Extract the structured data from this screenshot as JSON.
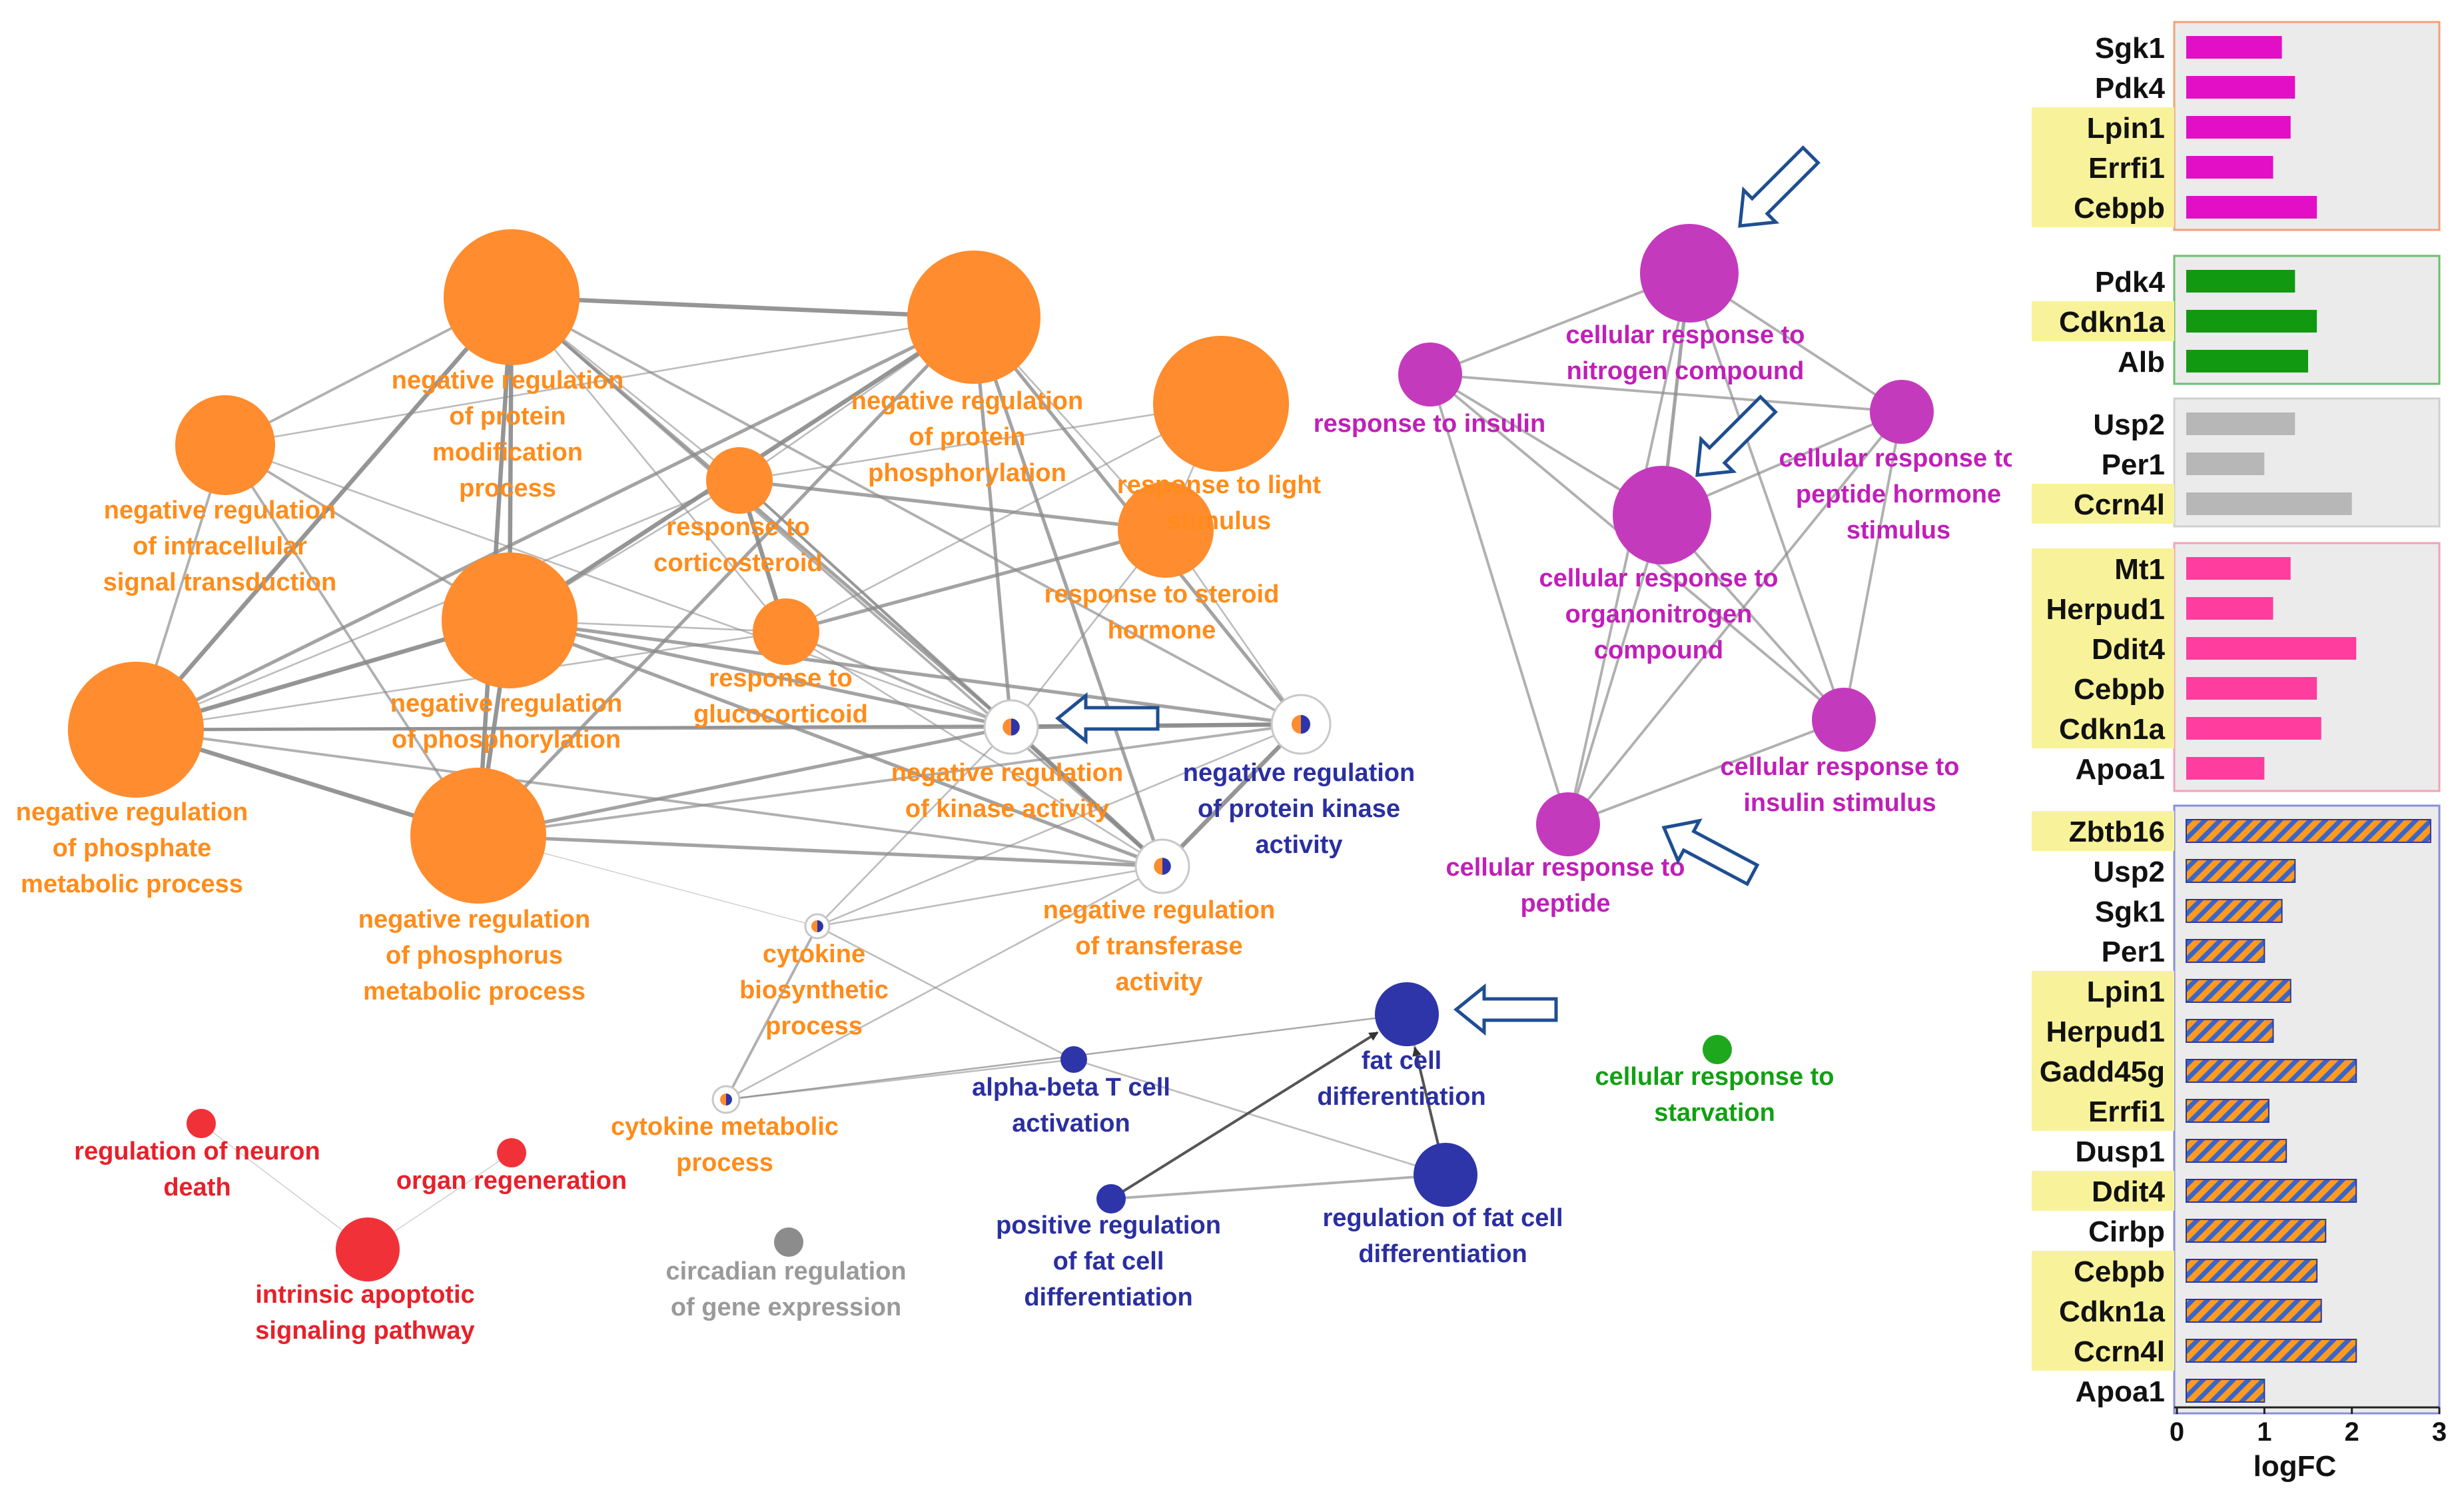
{
  "colors": {
    "orange": "#ff8c2e",
    "orange_label": "#ff8c1a",
    "magenta": "#c33bbc",
    "magenta_label": "#c01fb8",
    "blue": "#2e35a8",
    "blue_label": "#2a2fa0",
    "red": "#f03238",
    "red_label": "#e8202a",
    "gray": "#8c8c8c",
    "gray_label": "#9a9a9a",
    "green": "#1ea81e",
    "green_label": "#12a012",
    "edge": "#8a8a8a",
    "bar_pink": "#e30fc6",
    "bar_green": "#119911",
    "bar_gray": "#b7b7b7",
    "bar_rose": "#ff3d9e",
    "bar_stripe_orange": "#ff9a1f",
    "bar_stripe_blue": "#3a66c8",
    "gene_highlight": "#f8f39a",
    "panel_bg": "#ebebeb",
    "arrow": "#1f4e91"
  },
  "network": {
    "nodes": [
      {
        "id": "n_intracellular",
        "group": "orange",
        "lines": [
          "negative regulation",
          "of intracellular",
          "signal transduction"
        ]
      },
      {
        "id": "n_protein_mod",
        "group": "orange",
        "lines": [
          "negative regulation",
          "of protein",
          "modification",
          "process"
        ]
      },
      {
        "id": "n_protein_phos",
        "group": "orange",
        "lines": [
          "negative regulation",
          "of protein",
          "phosphorylation"
        ]
      },
      {
        "id": "n_light",
        "group": "orange",
        "lines": [
          "response to light",
          "stimulus"
        ]
      },
      {
        "id": "n_corticosteroid",
        "group": "orange",
        "lines": [
          "response to",
          "corticosteroid"
        ]
      },
      {
        "id": "n_steroid",
        "group": "orange",
        "lines": [
          "response to steroid",
          "hormone"
        ]
      },
      {
        "id": "n_phosphorylation",
        "group": "orange",
        "lines": [
          "negative regulation",
          "of phosphorylation"
        ]
      },
      {
        "id": "n_glucocorticoid",
        "group": "orange",
        "lines": [
          "response to",
          "glucocorticoid"
        ]
      },
      {
        "id": "n_phosphate",
        "group": "orange",
        "lines": [
          "negative regulation",
          "of phosphate",
          "metabolic process"
        ]
      },
      {
        "id": "n_phosphorus",
        "group": "orange",
        "lines": [
          "negative regulation",
          "of phosphorus",
          "metabolic process"
        ]
      },
      {
        "id": "n_kinase",
        "group": "mixed",
        "lines": [
          "negative regulation",
          "of kinase activity"
        ]
      },
      {
        "id": "n_protein_kinase",
        "group": "mixed",
        "lines": [
          "negative regulation",
          "of protein kinase",
          "activity"
        ]
      },
      {
        "id": "n_transferase",
        "group": "mixed",
        "lines": [
          "negative regulation",
          "of transferase",
          "activity"
        ]
      },
      {
        "id": "n_cytokine_bio",
        "group": "mixed",
        "lines": [
          "cytokine",
          "biosynthetic",
          "process"
        ]
      },
      {
        "id": "n_cytokine_met",
        "group": "mixed",
        "lines": [
          "cytokine metabolic",
          "process"
        ]
      },
      {
        "id": "n_ab_tcell",
        "group": "blue",
        "lines": [
          "alpha-beta T cell",
          "activation"
        ]
      },
      {
        "id": "n_fat_diff",
        "group": "blue",
        "lines": [
          "fat cell",
          "differentiation"
        ]
      },
      {
        "id": "n_pos_fat",
        "group": "blue",
        "lines": [
          "positive regulation",
          "of fat cell",
          "differentiation"
        ]
      },
      {
        "id": "n_reg_fat",
        "group": "blue",
        "lines": [
          "regulation of fat cell",
          "differentiation"
        ]
      },
      {
        "id": "n_nitrogen",
        "group": "magenta",
        "lines": [
          "cellular response to",
          "nitrogen compound"
        ]
      },
      {
        "id": "n_insulin",
        "group": "magenta",
        "lines": [
          "response to insulin"
        ]
      },
      {
        "id": "n_peptide_hormone",
        "group": "magenta",
        "lines": [
          "cellular response to",
          "peptide hormone",
          "stimulus"
        ]
      },
      {
        "id": "n_organonitrogen",
        "group": "magenta",
        "lines": [
          "cellular response to",
          "organonitrogen",
          "compound"
        ]
      },
      {
        "id": "n_insulin_stim",
        "group": "magenta",
        "lines": [
          "cellular response to",
          "insulin stimulus"
        ]
      },
      {
        "id": "n_peptide",
        "group": "magenta",
        "lines": [
          "cellular response to",
          "peptide"
        ]
      },
      {
        "id": "n_neuron",
        "group": "red",
        "lines": [
          "regulation of neuron",
          "death"
        ]
      },
      {
        "id": "n_organ",
        "group": "red",
        "lines": [
          "organ regeneration"
        ]
      },
      {
        "id": "n_apoptotic",
        "group": "red",
        "lines": [
          "intrinsic apoptotic",
          "signaling pathway"
        ]
      },
      {
        "id": "n_circadian",
        "group": "gray",
        "lines": [
          "circadian regulation",
          "of gene expression"
        ]
      },
      {
        "id": "n_starvation",
        "group": "green",
        "lines": [
          "cellular response to",
          "starvation"
        ]
      }
    ]
  },
  "chart_data": {
    "type": "bar",
    "orientation": "horizontal",
    "xlabel": "logFC",
    "xlim": [
      0,
      3
    ],
    "xticks": [
      "0",
      "1",
      "2",
      "3"
    ],
    "panels": [
      {
        "id": "pink",
        "color_key": "bar_pink",
        "genes": [
          {
            "name": "Sgk1",
            "value": 1.2,
            "highlight": false
          },
          {
            "name": "Pdk4",
            "value": 1.35,
            "highlight": false
          },
          {
            "name": "Lpin1",
            "value": 1.3,
            "highlight": true
          },
          {
            "name": "Errfi1",
            "value": 1.1,
            "highlight": true
          },
          {
            "name": "Cebpb",
            "value": 1.6,
            "highlight": true
          }
        ]
      },
      {
        "id": "green",
        "color_key": "bar_green",
        "genes": [
          {
            "name": "Pdk4",
            "value": 1.35,
            "highlight": false
          },
          {
            "name": "Cdkn1a",
            "value": 1.6,
            "highlight": true
          },
          {
            "name": "Alb",
            "value": 1.5,
            "highlight": false
          }
        ]
      },
      {
        "id": "gray",
        "color_key": "bar_gray",
        "genes": [
          {
            "name": "Usp2",
            "value": 1.35,
            "highlight": false
          },
          {
            "name": "Per1",
            "value": 1.0,
            "highlight": false
          },
          {
            "name": "Ccrn4l",
            "value": 2.0,
            "highlight": true
          }
        ]
      },
      {
        "id": "rose",
        "color_key": "bar_rose",
        "genes": [
          {
            "name": "Mt1",
            "value": 1.3,
            "highlight": true
          },
          {
            "name": "Herpud1",
            "value": 1.1,
            "highlight": true
          },
          {
            "name": "Ddit4",
            "value": 2.05,
            "highlight": true
          },
          {
            "name": "Cebpb",
            "value": 1.6,
            "highlight": true
          },
          {
            "name": "Cdkn1a",
            "value": 1.65,
            "highlight": true
          },
          {
            "name": "Apoa1",
            "value": 1.0,
            "highlight": false
          }
        ]
      },
      {
        "id": "striped",
        "color_key": "stripe",
        "genes": [
          {
            "name": "Zbtb16",
            "value": 2.9,
            "highlight": true
          },
          {
            "name": "Usp2",
            "value": 1.35,
            "highlight": false
          },
          {
            "name": "Sgk1",
            "value": 1.2,
            "highlight": false
          },
          {
            "name": "Per1",
            "value": 1.0,
            "highlight": false
          },
          {
            "name": "Lpin1",
            "value": 1.3,
            "highlight": true
          },
          {
            "name": "Herpud1",
            "value": 1.1,
            "highlight": true
          },
          {
            "name": "Gadd45g",
            "value": 2.05,
            "highlight": true
          },
          {
            "name": "Errfi1",
            "value": 1.05,
            "highlight": true
          },
          {
            "name": "Dusp1",
            "value": 1.25,
            "highlight": false
          },
          {
            "name": "Ddit4",
            "value": 2.05,
            "highlight": true
          },
          {
            "name": "Cirbp",
            "value": 1.7,
            "highlight": false
          },
          {
            "name": "Cebpb",
            "value": 1.6,
            "highlight": true
          },
          {
            "name": "Cdkn1a",
            "value": 1.65,
            "highlight": true
          },
          {
            "name": "Ccrn4l",
            "value": 2.05,
            "highlight": true
          },
          {
            "name": "Apoa1",
            "value": 1.0,
            "highlight": false
          }
        ]
      }
    ]
  }
}
